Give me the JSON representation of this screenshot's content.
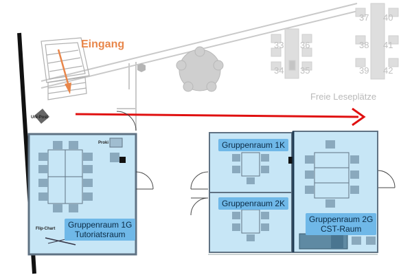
{
  "entrance": {
    "label": "Eingang",
    "color": "#e8864a"
  },
  "library": {
    "label": "Freie Leseplätze",
    "seats": [
      "37",
      "40",
      "33",
      "36",
      "38",
      "41",
      "34",
      "35",
      "39",
      "42"
    ]
  },
  "markers": {
    "uni_post": "Uni-Post",
    "projector": "Proki",
    "flip_chart": "Flip-Chart"
  },
  "rooms": {
    "g1": {
      "line1": "Gruppenraum 1G",
      "line2": "Tutoriatsraum"
    },
    "k1": {
      "line1": "Gruppenraum 1K"
    },
    "k2": {
      "line1": "Gruppenraum 2K"
    },
    "g2": {
      "line1": "Gruppenraum 2G",
      "line2": "CST-Raum"
    }
  },
  "colors": {
    "room_fill": "#c7e6f6",
    "furniture": "#8aa9bd",
    "label_bg": "#6fb8e8",
    "route_arrow": "#e01010",
    "entrance_arrow": "#e8864a",
    "wall": "#5f7283"
  }
}
